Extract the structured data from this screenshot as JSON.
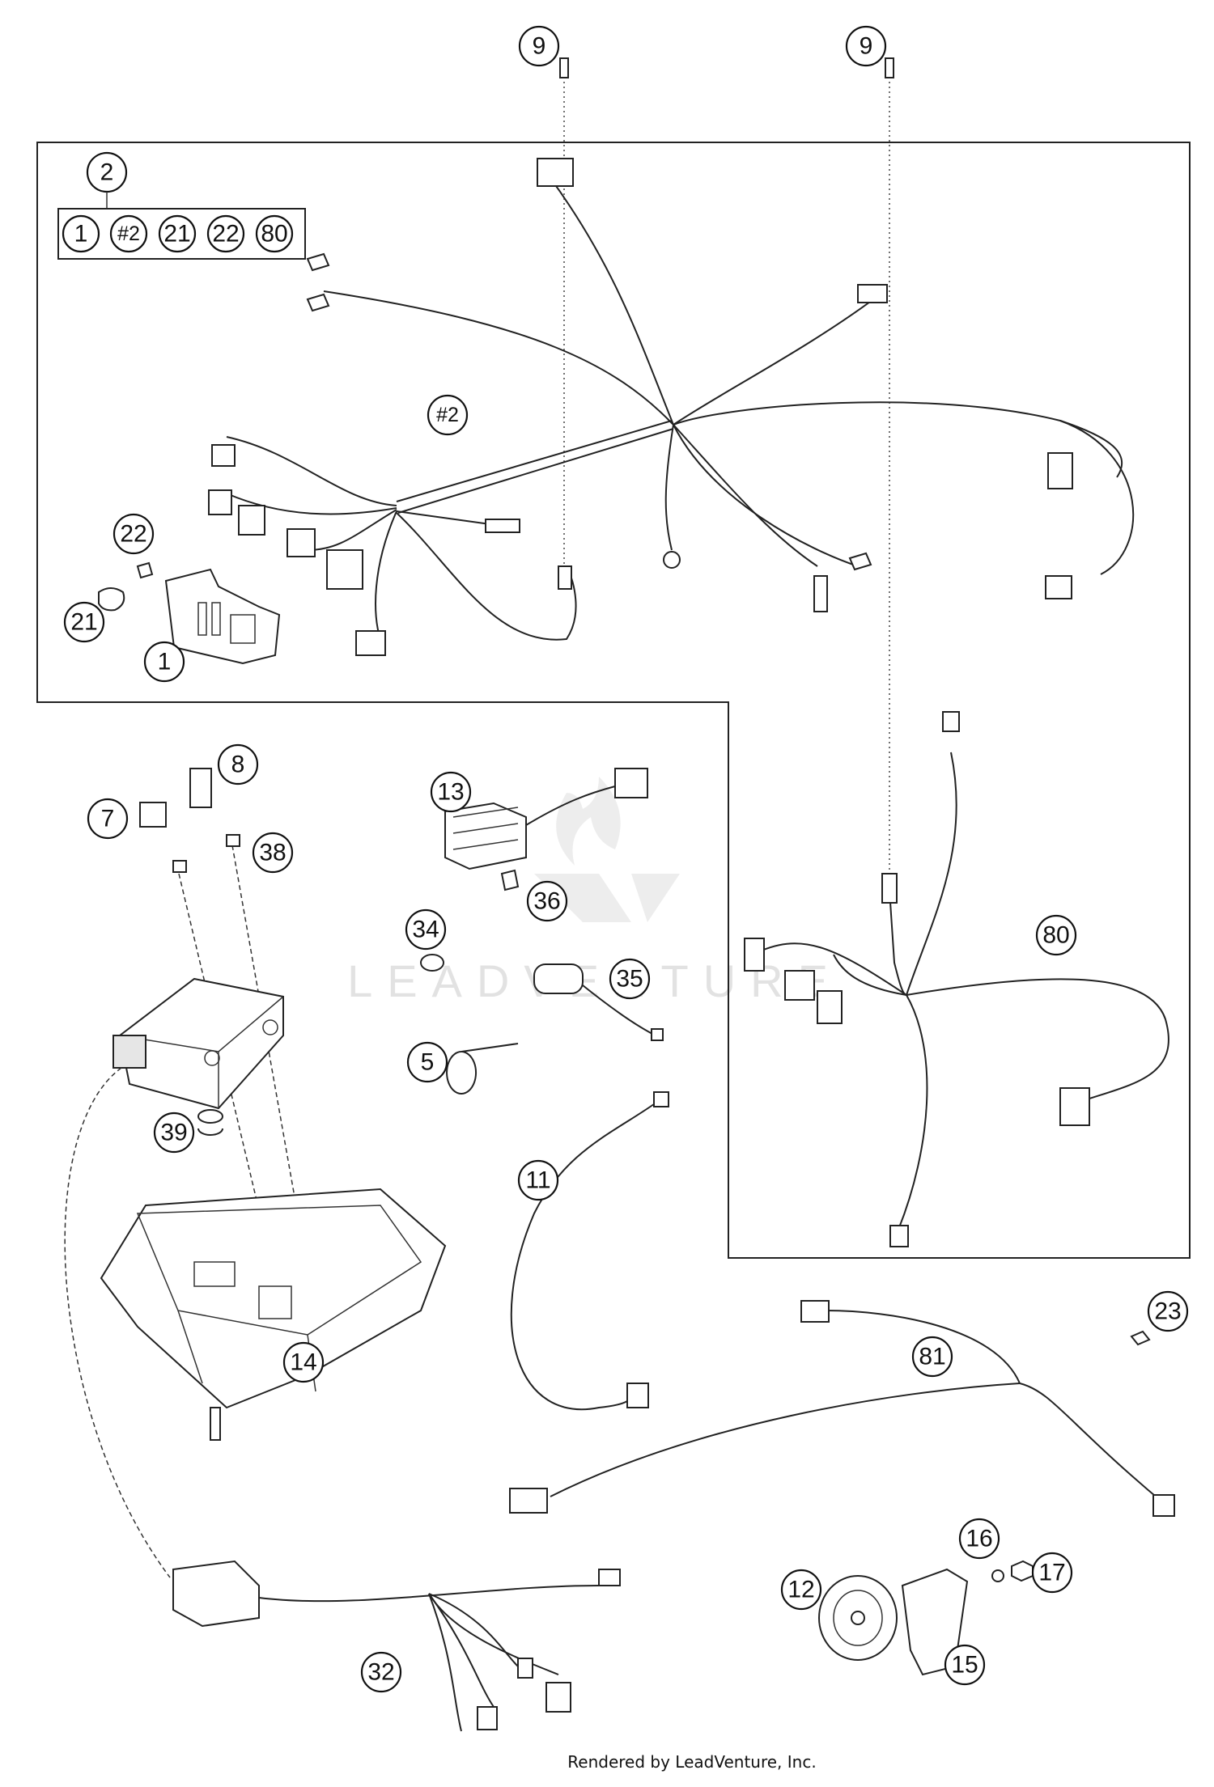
{
  "watermark": "LEADVENTURE",
  "footer": "Rendered by LeadVenture, Inc.",
  "callouts": {
    "c9a": "9",
    "c9b": "9",
    "c2": "2",
    "k1": "1",
    "k2": "#2",
    "k21": "21",
    "k22": "22",
    "k80": "80",
    "c2hash": "#2",
    "c22": "22",
    "c21": "21",
    "c1": "1",
    "c8": "8",
    "c7": "7",
    "c38": "38",
    "c13": "13",
    "c36": "36",
    "c34": "34",
    "c35": "35",
    "c5": "5",
    "c80": "80",
    "c39": "39",
    "c11": "11",
    "c14": "14",
    "c23": "23",
    "c81": "81",
    "c16": "16",
    "c17": "17",
    "c12": "12",
    "c15": "15",
    "c32": "32"
  },
  "icons": {
    "harness-main": "wiring-harness-icon",
    "ecu": "control-unit-icon",
    "horn": "horn-icon"
  }
}
